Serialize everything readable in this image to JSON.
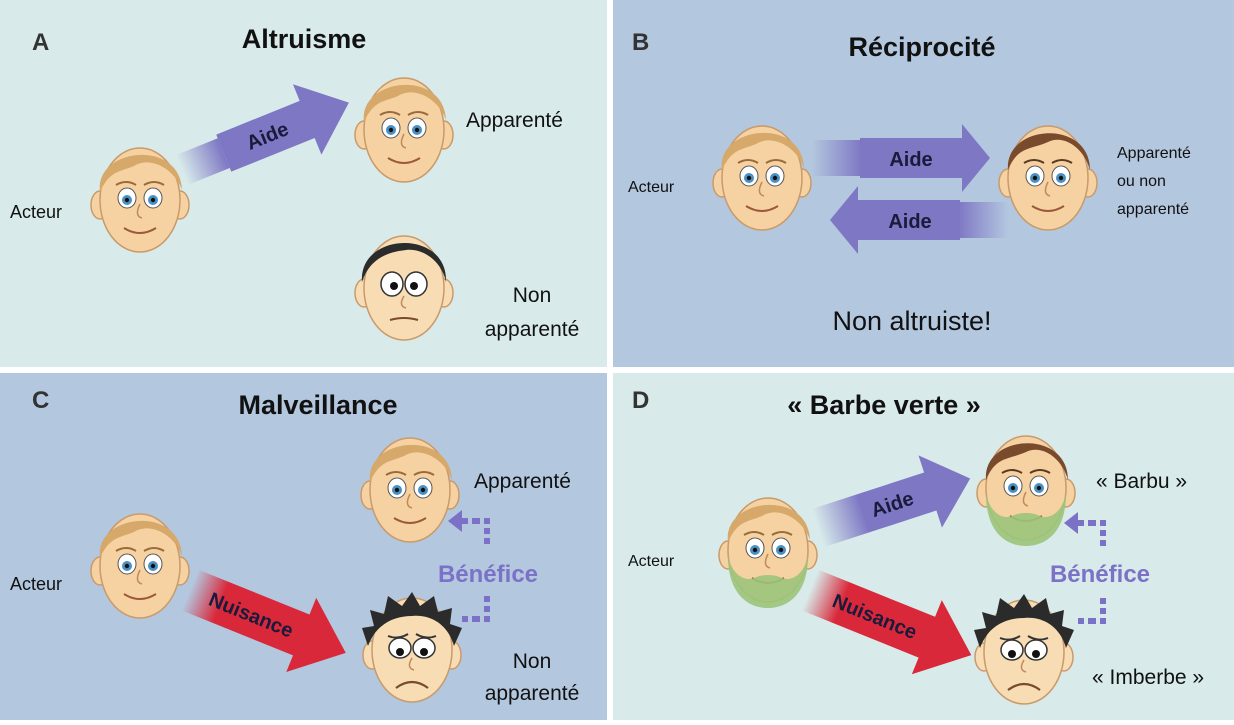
{
  "colors": {
    "panel_light": "#d8ebea",
    "panel_blue": "#b3c7df",
    "arrow_help": "#7e77c4",
    "arrow_harm": "#d9283a",
    "skin": "#f6d2a2",
    "hair_blond": "#d6a86a",
    "hair_brown": "#7a4a2c",
    "hair_dark": "#2b2b2b",
    "beard_green": "#9cc47a",
    "benefice": "#7b72c8"
  },
  "panels": {
    "a": {
      "letter": "A",
      "title": "Altruisme",
      "actor": "Acteur",
      "related": "Apparenté",
      "unrelated_1": "Non",
      "unrelated_2": "apparenté",
      "arrow": "Aide"
    },
    "b": {
      "letter": "B",
      "title": "Réciprocité",
      "actor": "Acteur",
      "partner_1": "Apparenté",
      "partner_2": "ou non",
      "partner_3": "apparenté",
      "arrow_top": "Aide",
      "arrow_bottom": "Aide",
      "note": "Non altruiste!"
    },
    "c": {
      "letter": "C",
      "title": "Malveillance",
      "actor": "Acteur",
      "related": "Apparenté",
      "unrelated_1": "Non",
      "unrelated_2": "apparenté",
      "arrow": "Nuisance",
      "benefit": "Bénéfice"
    },
    "d": {
      "letter": "D",
      "title": "« Barbe verte »",
      "actor": "Acteur",
      "bearded": "« Barbu »",
      "beardless": "« Imberbe »",
      "arrow_help": "Aide",
      "arrow_harm": "Nuisance",
      "benefit": "Bénéfice"
    }
  }
}
